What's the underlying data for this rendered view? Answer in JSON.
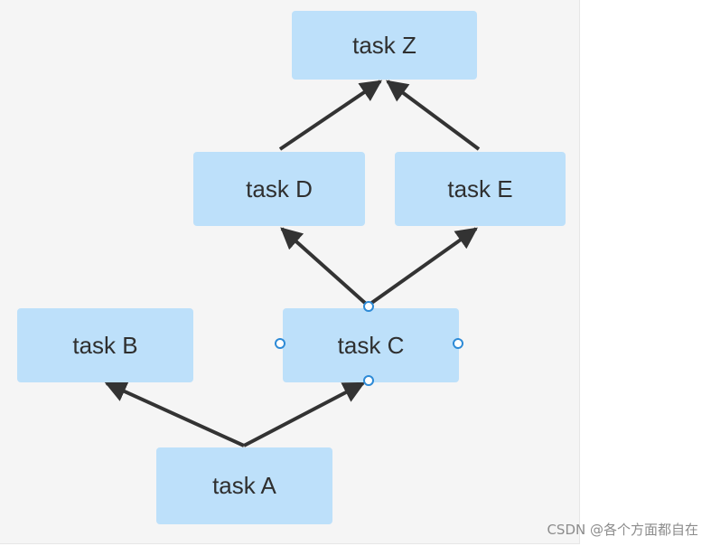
{
  "diagram": {
    "nodes": [
      {
        "id": "Z",
        "label": "task Z"
      },
      {
        "id": "D",
        "label": "task D"
      },
      {
        "id": "E",
        "label": "task E"
      },
      {
        "id": "B",
        "label": "task B"
      },
      {
        "id": "C",
        "label": "task C"
      },
      {
        "id": "A",
        "label": "task A"
      }
    ],
    "edges": [
      {
        "from": "A",
        "to": "B"
      },
      {
        "from": "A",
        "to": "C"
      },
      {
        "from": "C",
        "to": "D"
      },
      {
        "from": "C",
        "to": "E"
      },
      {
        "from": "D",
        "to": "Z"
      },
      {
        "from": "E",
        "to": "Z"
      }
    ],
    "selected_node": "C",
    "colors": {
      "node_fill": "#bde0fa",
      "edge": "#333333",
      "anchor_border": "#2d8ad6",
      "background": "#f5f5f5"
    }
  },
  "watermark": "CSDN @各个方面都自在"
}
